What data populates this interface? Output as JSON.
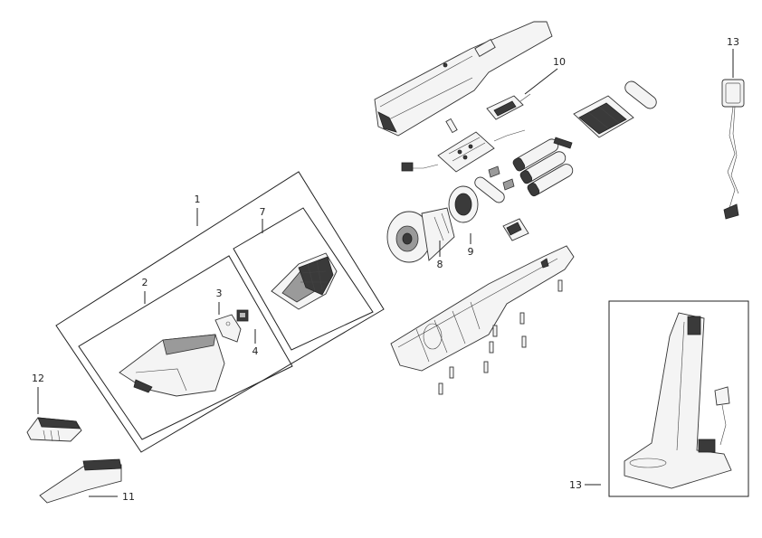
{
  "callouts": {
    "c1": "1",
    "c2": "2",
    "c3": "3",
    "c4": "4",
    "c7": "7",
    "c8": "8",
    "c9": "9",
    "c10": "10",
    "c11": "11",
    "c12": "12",
    "c13_cord": "13",
    "c13_base": "13"
  }
}
